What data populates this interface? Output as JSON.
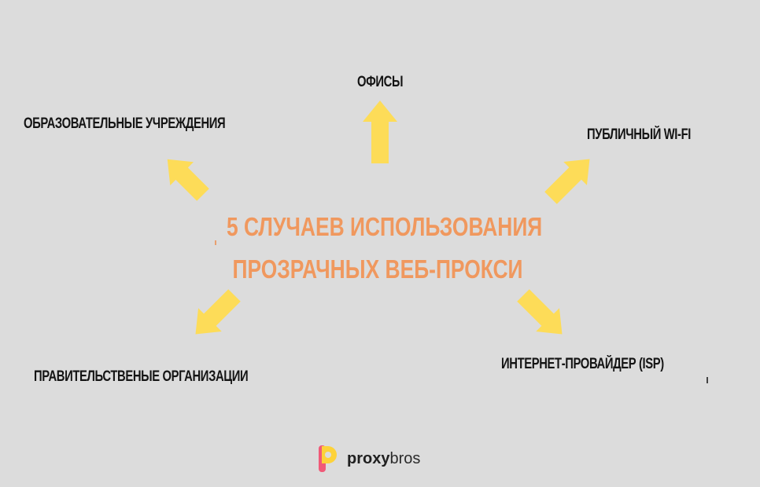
{
  "title_line1": "5 СЛУЧАЕВ ИСПОЛЬЗОВАНИЯ",
  "title_line2": "ПРОЗРАЧНЫХ ВЕБ-ПРОКСИ",
  "nodes": {
    "offices": "ОФИСЫ",
    "education": "ОБРАЗОВАТЕЛЬНЫЕ УЧРЕЖДЕНИЯ",
    "public_wifi": "ПУБЛИЧНЫЙ WI-FI",
    "government": "ПРАВИТЕЛЬСТВЕНЫЕ ОРГАНИЗАЦИИ",
    "isp": "ИНТЕРНЕТ-ПРОВАЙДЕР (ISP)"
  },
  "logo": {
    "proxy": "proxy",
    "bros": "bros"
  },
  "colors": {
    "background": "#dcdcdc",
    "arrow": "#fddc58",
    "title": "#f0985e",
    "label": "#141414",
    "logo_yellow": "#fdd23a",
    "logo_pink": "#f05a78"
  }
}
